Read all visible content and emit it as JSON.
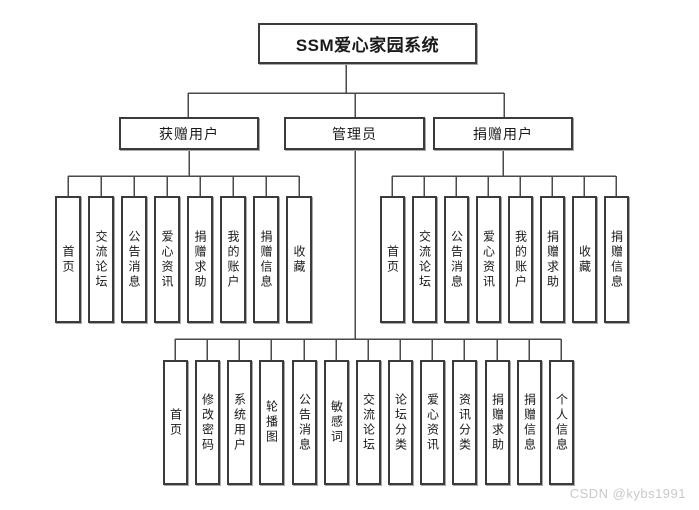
{
  "diagram": {
    "title": "SSM爱心家园系统",
    "branches": [
      {
        "id": "received-user",
        "label": "获赠用户",
        "children": [
          "首页",
          "交流论坛",
          "公告消息",
          "爱心资讯",
          "捐赠求助",
          "我的账户",
          "捐赠信息",
          "收藏"
        ]
      },
      {
        "id": "admin",
        "label": "管理员",
        "children": [
          "首页",
          "修改密码",
          "系统用户",
          "轮播图",
          "公告消息",
          "敏感词",
          "交流论坛",
          "论坛分类",
          "爱心资讯",
          "资讯分类",
          "捐赠求助",
          "捐赠信息",
          "个人信息"
        ]
      },
      {
        "id": "donor-user",
        "label": "捐赠用户",
        "children": [
          "首页",
          "交流论坛",
          "公告消息",
          "爱心资讯",
          "我的账户",
          "捐赠求助",
          "收藏",
          "捐赠信息"
        ]
      }
    ],
    "line_color": "#4a4a4a",
    "border_color": "#3b3b3b"
  },
  "watermark": {
    "text": "CSDN @kybs1991",
    "color": "#c9c9c9"
  }
}
